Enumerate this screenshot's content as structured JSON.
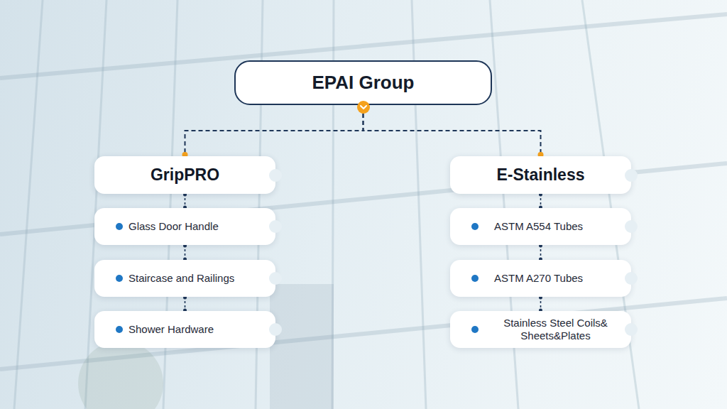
{
  "diagram": {
    "nodes": [
      {
        "text": [
          "EPAI Group"
        ]
      },
      {
        "text": [
          "GripPRO"
        ]
      },
      {
        "text": [
          "Glass Door Handle"
        ]
      },
      {
        "text": [
          "Staircase and Railings"
        ]
      },
      {
        "text": [
          "Shower Hardware"
        ]
      },
      {
        "text": [
          "E-Stainless"
        ]
      },
      {
        "text": [
          "ASTM A554 Tubes"
        ]
      },
      {
        "text": [
          "ASTM A270 Tubes"
        ]
      },
      {
        "text": [
          "Stainless Steel Coils& Sheets&Plates"
        ]
      }
    ],
    "edges": [
      {
        "from": 0,
        "to": 1,
        "arrow": "none"
      },
      {
        "from": 0,
        "to": 5,
        "arrow": "none"
      },
      {
        "from": 1,
        "to": 2,
        "arrow": "none"
      },
      {
        "from": 2,
        "to": 3,
        "arrow": "none"
      },
      {
        "from": 3,
        "to": 4,
        "arrow": "none"
      },
      {
        "from": 5,
        "to": 6,
        "arrow": "none"
      },
      {
        "from": 6,
        "to": 7,
        "arrow": "none"
      },
      {
        "from": 7,
        "to": 8,
        "arrow": "none"
      }
    ]
  }
}
